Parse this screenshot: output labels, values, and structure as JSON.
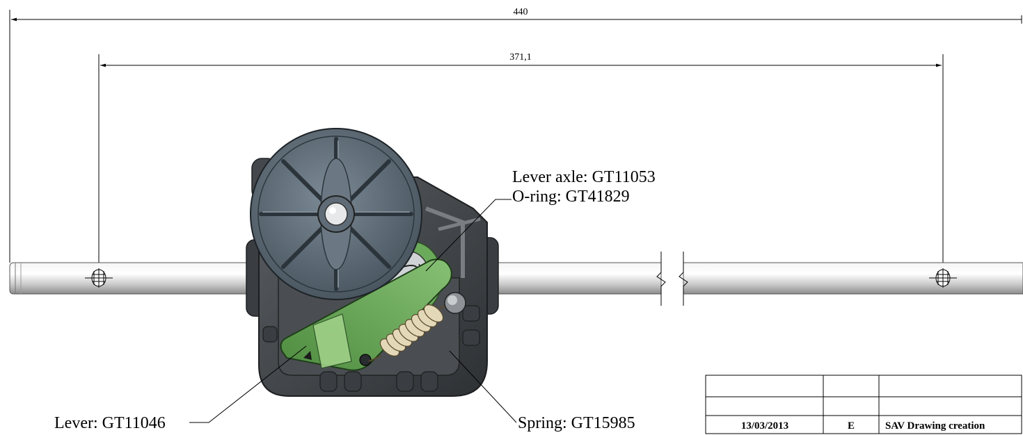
{
  "dimensions": {
    "overall": "440",
    "holes": "371,1"
  },
  "callouts": {
    "lever_axle": "Lever axle:  GT11053",
    "o_ring": "O-ring: GT41829",
    "lever": "Lever:  GT11046",
    "spring": "Spring:  GT15985"
  },
  "title_block": {
    "rows": [
      {
        "date": "",
        "rev": "",
        "desc": ""
      },
      {
        "date": "",
        "rev": "",
        "desc": ""
      },
      {
        "date": "13/03/2013",
        "rev": "E",
        "desc": "SAV Drawing creation"
      }
    ]
  },
  "colors": {
    "housing_dark": "#3f4347",
    "pulley": "#55636f",
    "lever_green": "#6aaa5a",
    "shaft": "#d8d8d8"
  }
}
